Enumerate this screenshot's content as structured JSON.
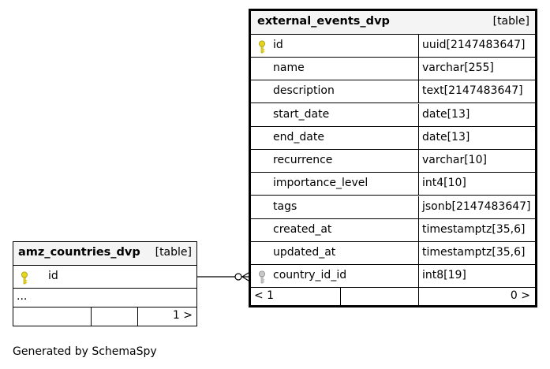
{
  "main_table": {
    "name": "external_events_dvp",
    "kind": "[table]",
    "columns": [
      {
        "name": "id",
        "type": "uuid[2147483647]",
        "key": "primary"
      },
      {
        "name": "name",
        "type": "varchar[255]"
      },
      {
        "name": "description",
        "type": "text[2147483647]"
      },
      {
        "name": "start_date",
        "type": "date[13]"
      },
      {
        "name": "end_date",
        "type": "date[13]"
      },
      {
        "name": "recurrence",
        "type": "varchar[10]"
      },
      {
        "name": "importance_level",
        "type": "int4[10]"
      },
      {
        "name": "tags",
        "type": "jsonb[2147483647]"
      },
      {
        "name": "created_at",
        "type": "timestamptz[35,6]"
      },
      {
        "name": "updated_at",
        "type": "timestamptz[35,6]"
      },
      {
        "name": "country_id_id",
        "type": "int8[19]",
        "key": "foreign"
      }
    ],
    "footer_left": "< 1",
    "footer_right": "0 >"
  },
  "related_table": {
    "name": "amz_countries_dvp",
    "kind": "[table]",
    "columns": [
      {
        "name": "id",
        "key": "primary"
      }
    ],
    "more": "...",
    "footer_right": "1 >"
  },
  "colors": {
    "primary_key": "#e6d51f",
    "foreign_key": "#b0b0b0",
    "header_bg": "#f4f4f4"
  },
  "credit": "Generated by SchemaSpy"
}
